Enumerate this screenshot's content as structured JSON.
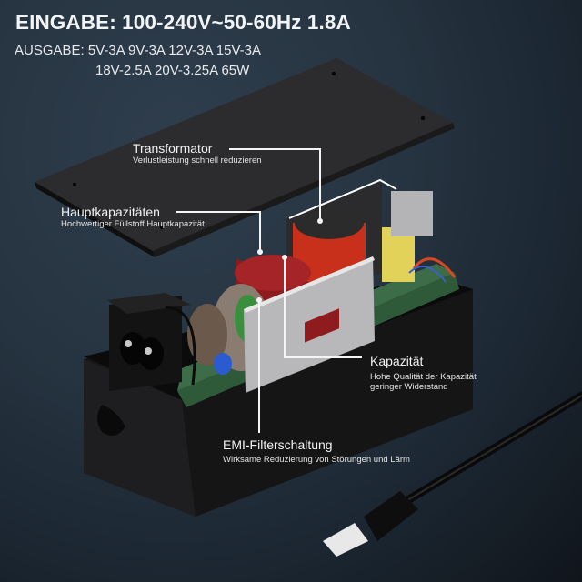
{
  "specs": {
    "input": "EINGABE: 100-240V~50-60Hz 1.8A",
    "output_line1": "AUSGABE: 5V-3A 9V-3A 12V-3A 15V-3A",
    "output_line2": "18V-2.5A 20V-3.25A  65W"
  },
  "callouts": [
    {
      "title": "Transformator",
      "subtitle": "Verlustleistung schnell reduzieren"
    },
    {
      "title": "Hauptkapazitäten",
      "subtitle": "Hochwertiger Füllstoff Hauptkapazität"
    },
    {
      "title": "Kapazität",
      "subtitle_line1": "Hohe Qualität der Kapazität",
      "subtitle_line2": "geringer Widerstand"
    },
    {
      "title": "EMI-Filterschaltung",
      "subtitle": "Wirksame Reduzierung von Störungen und Lärm"
    }
  ],
  "colors": {
    "background": "#263441",
    "housing": "#1c1c1e",
    "lid": "#2a2a2c",
    "capacitor_red": "#8e1c1f",
    "transformer_red": "#c8301c",
    "pcb_green": "#2e5a3a",
    "shield_gray": "#b8b8ba",
    "yellow_cap": "#e3d25a",
    "blue_cap": "#2a5bd0"
  }
}
